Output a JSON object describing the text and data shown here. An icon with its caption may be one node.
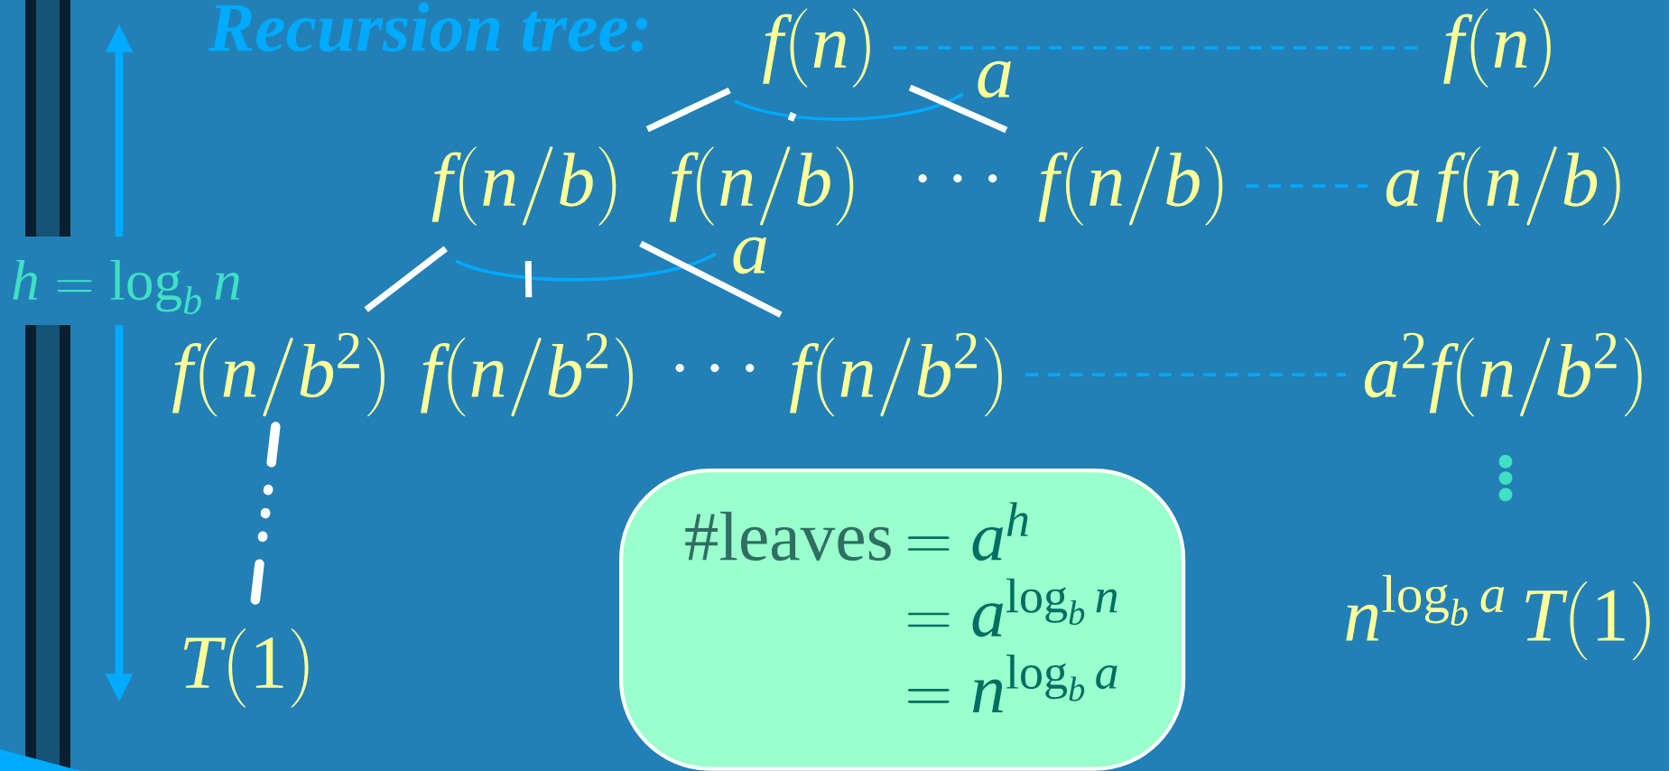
{
  "diagram": {
    "title": "Recursion tree:",
    "nodes": [
      {
        "text": [
          "f(n)"
        ]
      },
      {
        "text": [
          "f(n/b)"
        ]
      },
      {
        "text": [
          "f(n/b)"
        ]
      },
      {
        "text": [
          "f(n/b)"
        ]
      },
      {
        "text": [
          "f(n/b^2)"
        ]
      },
      {
        "text": [
          "f(n/b^2)"
        ]
      },
      {
        "text": [
          "f(n/b^2)"
        ]
      },
      {
        "text": [
          "T(1)"
        ]
      },
      {
        "text": [
          "f(n)"
        ]
      },
      {
        "text": [
          "a\\,f(n/b)"
        ]
      },
      {
        "text": [
          "a^2f(n/b^2)"
        ]
      },
      {
        "text": [
          "n^{\\log_b a}\\,T(1)"
        ]
      },
      {
        "text": [
          "#leaves",
          "= a^h",
          "= a^{\\log_b n}",
          "= n^{\\log_b a}"
        ]
      }
    ],
    "edges": [
      {
        "from": 0,
        "to": 1,
        "arrow": "none"
      },
      {
        "from": 0,
        "to": 2,
        "arrow": "none"
      },
      {
        "from": 0,
        "to": 3,
        "arrow": "none"
      },
      {
        "from": 1,
        "to": 4,
        "arrow": "none"
      },
      {
        "from": 1,
        "to": 5,
        "arrow": "none"
      },
      {
        "from": 1,
        "to": 6,
        "arrow": "none"
      },
      {
        "from": 4,
        "to": 7,
        "arrow": "none",
        "style": "dashed"
      },
      {
        "from": 0,
        "to": 8,
        "arrow": "none",
        "style": "dashed",
        "color": "#00aaff"
      },
      {
        "from": 3,
        "to": 9,
        "arrow": "none",
        "style": "dashed",
        "color": "#00aaff"
      },
      {
        "from": 6,
        "to": 10,
        "arrow": "none",
        "style": "dashed",
        "color": "#00aaff"
      }
    ],
    "labels": [
      "a",
      "\\cdots",
      "a",
      "h = \\log_b n",
      "\\cdots",
      "\\vdots"
    ]
  }
}
